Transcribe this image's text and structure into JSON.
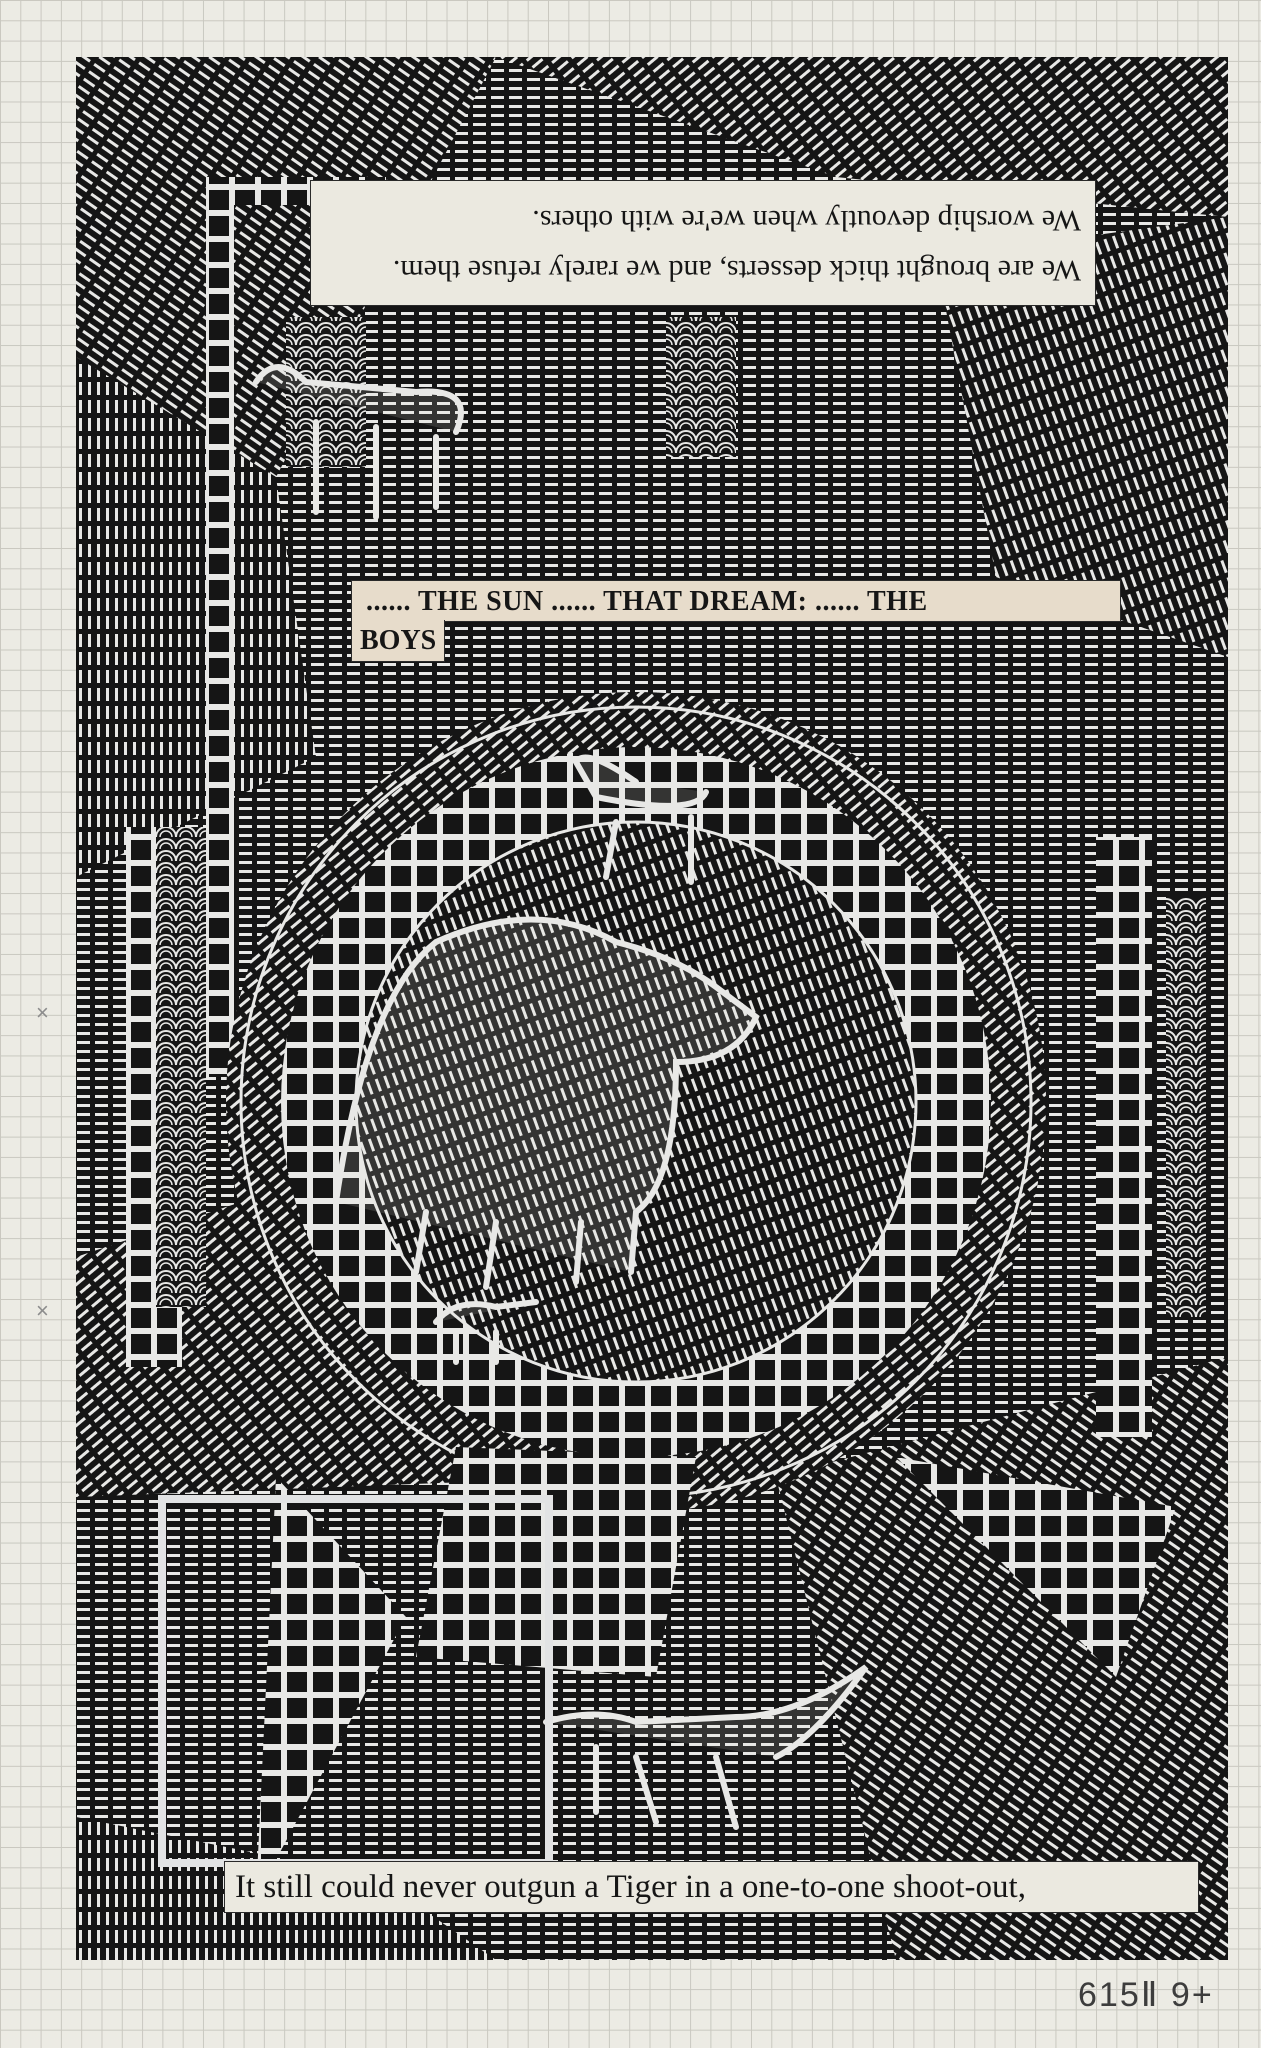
{
  "artwork": {
    "top_text_line_1": "We are brought thick desserts, and we rarely refuse them.",
    "top_text_line_2": "We worship devoutly when we're with others.",
    "middle_text_line_1": "...... THE SUN ...... THAT DREAM: ...... THE",
    "middle_text_line_2": "BOYS",
    "bottom_text": "It still could never outgun a Tiger in a one-to-one shoot-out,",
    "catalog_note": "615Ⅱ 9+"
  },
  "colors": {
    "paper": "#ecebe4",
    "ink": "#151515",
    "line": "#e8e8e6",
    "label_tint": "#e7dccb"
  }
}
